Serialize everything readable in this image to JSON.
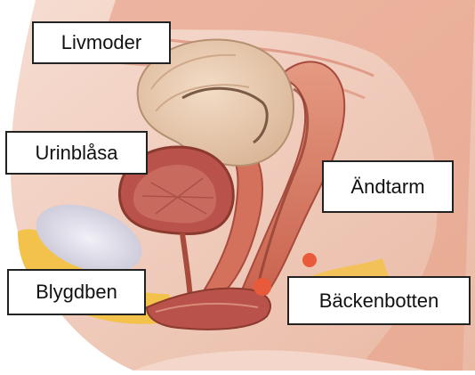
{
  "labels": {
    "livmoder": "Livmoder",
    "urinblasa": "Urinblåsa",
    "andtarm": "Ändtarm",
    "blygdben": "Blygdben",
    "backenbotten": "Bäckenbotten"
  },
  "colors": {
    "background": "#ffffff",
    "muscle": "#d9826a",
    "muscle_dark": "#a84a3c",
    "uterus": "#e8c9ad",
    "fat": "#f3c24a",
    "bone": "#dcdbe6",
    "label_border": "#222222"
  }
}
